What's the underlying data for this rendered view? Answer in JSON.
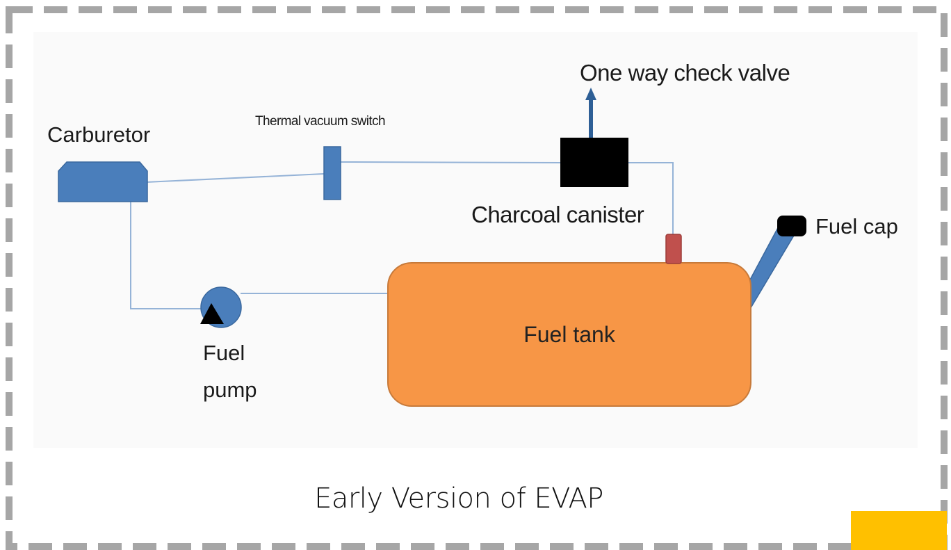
{
  "caption": "Early Version of EVAP",
  "labels": {
    "carburetor": "Carburetor",
    "thermal_vacuum_switch": "Thermal vacuum switch",
    "one_way_check_valve": "One way check valve",
    "charcoal_canister": "Charcoal canister",
    "fuel_cap": "Fuel cap",
    "fuel_tank": "Fuel tank",
    "fuel_pump_line1": "Fuel",
    "fuel_pump_line2": "pump"
  },
  "colors": {
    "component_blue": "#4a7ebb",
    "tank_orange": "#f79646",
    "rollover_valve_red": "#c0504d",
    "canister_black": "#000000",
    "line_color": "#95b3d7",
    "border_gray": "#a6a6a6",
    "accent_yellow": "#ffc000",
    "panel_bg": "#fafafa"
  }
}
